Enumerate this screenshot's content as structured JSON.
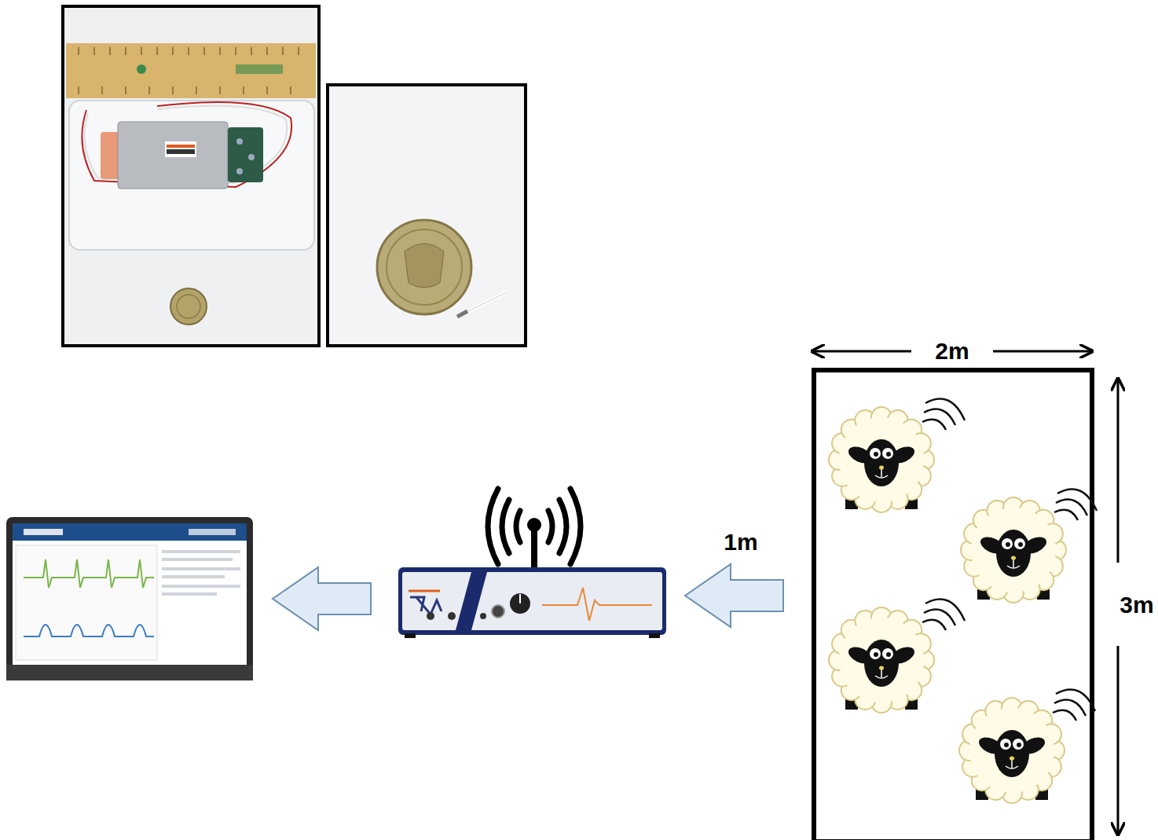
{
  "diagram": {
    "labels": [
      "2m",
      "1m",
      "3m"
    ]
  }
}
